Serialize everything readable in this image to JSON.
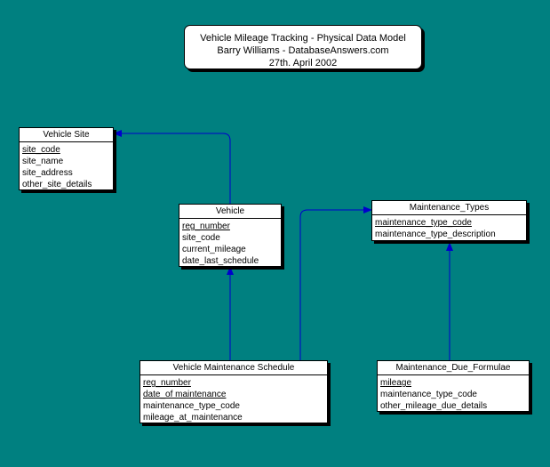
{
  "title": {
    "line1": "Vehicle Mileage Tracking - Physical Data Model",
    "line2": "Barry Williams - DatabaseAnswers.com",
    "line3": "27th. April 2002"
  },
  "entities": {
    "vehicle_site": {
      "name": "Vehicle Site",
      "attributes": [
        {
          "name": "site_code",
          "key": true
        },
        {
          "name": "site_name",
          "key": false
        },
        {
          "name": "site_address",
          "key": false
        },
        {
          "name": "other_site_details",
          "key": false
        }
      ]
    },
    "vehicle": {
      "name": "Vehicle",
      "attributes": [
        {
          "name": "reg_number",
          "key": true
        },
        {
          "name": "site_code",
          "key": false
        },
        {
          "name": "current_mileage",
          "key": false
        },
        {
          "name": "date_last_schedule",
          "key": false
        }
      ]
    },
    "maintenance_types": {
      "name": "Maintenance_Types",
      "attributes": [
        {
          "name": "maintenance_type_code",
          "key": true
        },
        {
          "name": "maintenance_type_description",
          "key": false
        }
      ]
    },
    "vehicle_maintenance_schedule": {
      "name": "Vehicle Maintenance Schedule",
      "attributes": [
        {
          "name": "reg_number",
          "key": true
        },
        {
          "name": "date_of maintenance",
          "key": true
        },
        {
          "name": "maintenance_type_code",
          "key": false
        },
        {
          "name": "mileage_at_maintenance",
          "key": false
        }
      ]
    },
    "maintenance_due_formulae": {
      "name": "Maintenance_Due_Formulae",
      "attributes": [
        {
          "name": "mileage",
          "key": true
        },
        {
          "name": "maintenance_type_code",
          "key": false
        },
        {
          "name": "other_mileage_due_details",
          "key": false
        }
      ]
    }
  },
  "colors": {
    "background": "#008080",
    "connector": "#0000cc"
  }
}
